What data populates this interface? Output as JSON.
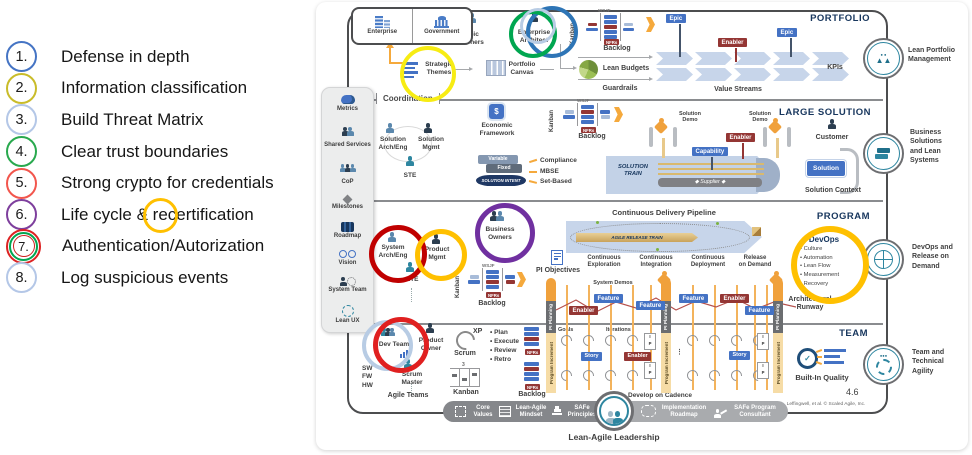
{
  "colors": {
    "ring1": "#4574c4",
    "ring2": "#c9bc2a",
    "ring3": "#b4c7e7",
    "ring4": "#29a94e",
    "ring5": "#f2564d",
    "ring6": "#7e3f9d",
    "ring7_outer": "#dd2222",
    "ring7_mid": "#00a650",
    "ring7_inner": "#cc1f1f",
    "ring8": "#b4c7e7",
    "highlight6": "#ffc000",
    "ann_yellow": "#f7ec13",
    "ann_blue": "#2e75b6",
    "ann_green": "#00a650",
    "ann_light_blue": "#b8cce4",
    "ann_red": "#c00000",
    "ann_amber": "#ffc000",
    "ann_purple": "#7030a0",
    "ann_bright_red": "#e02020"
  },
  "left_panel": {
    "items": [
      {
        "num": "1.",
        "label": "Defense in depth"
      },
      {
        "num": "2.",
        "label": "Information classification"
      },
      {
        "num": "3.",
        "label": "Build Threat Matrix"
      },
      {
        "num": "4.",
        "label": "Clear trust boundaries"
      },
      {
        "num": "5.",
        "label": "Strong crypto for credentials"
      },
      {
        "num": "6.",
        "label_pre": "Life cycle & ",
        "label_mid": "re",
        "label_post": "certification"
      },
      {
        "num": "7.",
        "label": "Authentication/Autorization"
      },
      {
        "num": "8.",
        "label": "Log suspicious events"
      }
    ]
  },
  "diagram": {
    "common": {
      "kanban": "Kanban",
      "backlog": "Backlog",
      "nfrs": "NFRs",
      "wsjf": "WSJF",
      "epic": "Epic",
      "enabler": "Enabler",
      "feature": "Feature",
      "story": "Story"
    },
    "palette": {
      "items": [
        "Metrics",
        "Shared Services",
        "CoP",
        "Milestones",
        "Roadmap",
        "Vision",
        "System Team",
        "Lean UX"
      ]
    },
    "portfolio": {
      "label": "PORTFOLIO",
      "enterprise": "Enterprise",
      "government": "Government",
      "coordination": "Coordination",
      "epic_owners": "Epic\nOwners",
      "enterprise_architect": "Enterprise\nArchitect",
      "strategic_themes": "Strategic\nThemes",
      "portfolio_canvas": "Portfolio\nCanvas",
      "lean_budgets": "Lean Budgets",
      "guardrails": "Guardrails",
      "value_streams": "Value Streams",
      "kpis": "KPIs"
    },
    "large_solution": {
      "label": "LARGE SOLUTION",
      "solution_arch": "Solution\nArch/Eng",
      "solution_mgmt": "Solution\nMgmt",
      "ste": "STE",
      "economic_framework": "Economic\nFramework",
      "variable": "Variable",
      "fixed": "Fixed",
      "solution_intent": "SOLUTION INTENT",
      "compliance": "Compliance",
      "mbse": "MBSE",
      "set_based": "Set-Based",
      "solution_train": "SOLUTION\nTRAIN",
      "supplier": "Supplier",
      "solution_demo": "Solution\nDemo",
      "capability": "Capability",
      "customer": "Customer",
      "solution": "Solution",
      "solution_context": "Solution Context"
    },
    "program": {
      "label": "PROGRAM",
      "system_arch": "System\nArch/Eng",
      "product_mgmt": "Product\nMgmt",
      "rte": "RTE",
      "business_owners": "Business\nOwners",
      "pi_objectives": "PI Objectives",
      "cdp": "Continuous Delivery Pipeline",
      "art": "AGILE RELEASE TRAIN",
      "stages": [
        "Continuous\nExploration",
        "Continuous\nIntegration",
        "Continuous\nDeployment",
        "Release\non Demand"
      ],
      "devops_title": "DevOps",
      "devops_items": [
        "• Culture",
        "• Automation",
        "• Lean Flow",
        "• Measurement",
        "• Recovery"
      ],
      "arch_runway": "Architectural\nRunway",
      "system_demos": "System Demos",
      "pi_planning": "PI Planning"
    },
    "team": {
      "label": "TEAM",
      "dev_team": "Dev Team",
      "product_owner": "Product\nOwner",
      "scrum_master": "Scrum\nMaster",
      "hw_sw": "SW\nFW\nHW",
      "agile_teams": "Agile Teams",
      "xp": "XP",
      "scrum": "Scrum",
      "kanban_wip": "3",
      "practices": [
        "• Plan",
        "• Execute",
        "• Review",
        "• Retro"
      ],
      "goals": "Goals",
      "iterations": "Iterations",
      "ip": "I\nP",
      "program_increment": "Program Increment",
      "develop_on_cadence": "Develop on Cadence",
      "built_in_quality": "Built-In Quality",
      "version": "4.6",
      "copyright": "Leffingwell, et al. © Scaled Agile, Inc."
    },
    "bottom": {
      "core_values": "Core\nValues",
      "mindset": "Lean-Agile\nMindset",
      "principles": "SAFe\nPrinciples",
      "impl_roadmap": "Implementation\nRoadmap",
      "spc": "SAFe Program\nConsultant",
      "leadership": "Lean-Agile Leadership"
    },
    "right_rail": {
      "items": [
        "Lean Portfolio\nManagement",
        "Business\nSolutions\nand Lean\nSystems",
        "DevOps and\nRelease on\nDemand",
        "Team and\nTechnical\nAgility"
      ]
    }
  }
}
